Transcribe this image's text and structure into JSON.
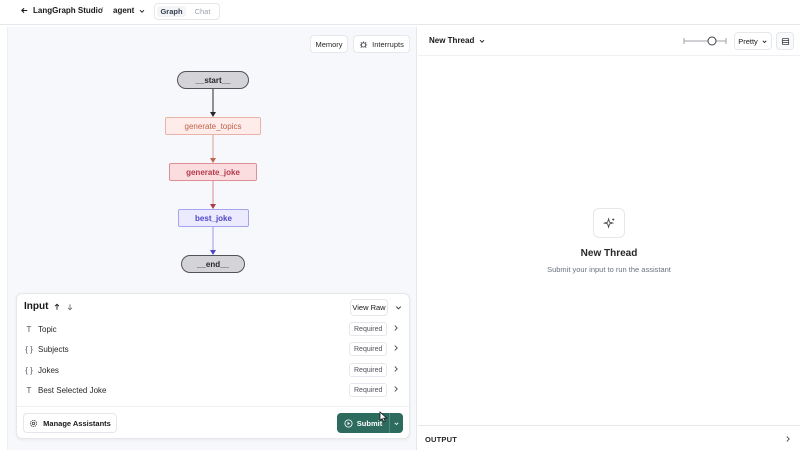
{
  "topbar": {
    "back_label": "LangGraph Studio",
    "separator": "/",
    "graph_name": "agent",
    "tabs": [
      "Graph",
      "Chat"
    ]
  },
  "graph": {
    "buttons": {
      "memory": "Memory",
      "interrupts": "Interrupts"
    },
    "nodes": {
      "start": "__start__",
      "generate_topics": "generate_topics",
      "generate_joke": "generate_joke",
      "best_joke": "best_joke",
      "end": "__end__"
    }
  },
  "input_panel": {
    "title": "Input",
    "view_raw": "View Raw",
    "fields": [
      {
        "type_glyph": "T",
        "label": "Topic",
        "badge": "Required"
      },
      {
        "type_glyph": "{ }",
        "label": "Subjects",
        "badge": "Required"
      },
      {
        "type_glyph": "{ }",
        "label": "Jokes",
        "badge": "Required"
      },
      {
        "type_glyph": "T",
        "label": "Best Selected Joke",
        "badge": "Required"
      }
    ],
    "manage_assistants": "Manage Assistants",
    "submit": "Submit"
  },
  "thread_panel": {
    "thread_selector": "New Thread",
    "view_mode": "Pretty",
    "empty_title": "New Thread",
    "empty_subtitle": "Submit your input to run the assistant",
    "output_label": "OUTPUT"
  },
  "colors": {
    "submit_bg": "#2e6b5f",
    "topics_text": "#c0624c",
    "joke_text": "#b33a4a",
    "best_text": "#4f46c6"
  }
}
